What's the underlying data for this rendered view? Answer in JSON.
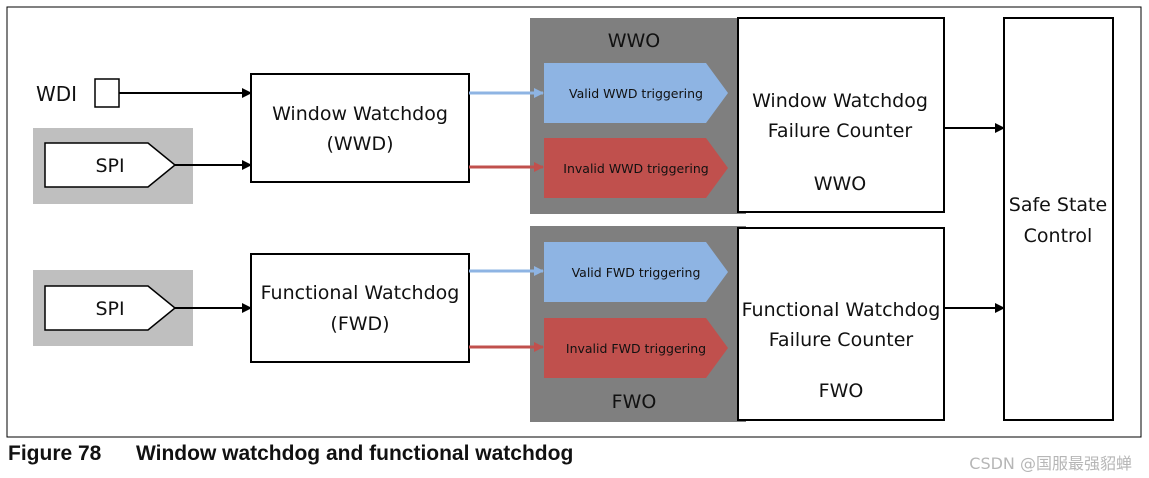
{
  "diagram": {
    "inputs": {
      "wdi": "WDI",
      "spi_top": "SPI",
      "spi_bottom": "SPI"
    },
    "blocks": {
      "wwd": [
        "Window Watchdog",
        "(WWD)"
      ],
      "fwd": [
        "Functional Watchdog",
        "(FWD)"
      ],
      "wwd_counter": [
        "Window Watchdog",
        "Failure Counter"
      ],
      "wwd_counter_output": "WWO",
      "fwd_counter": [
        "Functional Watchdog",
        "Failure Counter"
      ],
      "fwd_counter_output": "FWO",
      "safe_state": [
        "Safe State",
        "Control"
      ]
    },
    "group_labels": {
      "top": "WWO",
      "bottom": "FWO"
    },
    "triggers": {
      "valid_wwd": "Valid WWD triggering",
      "invalid_wwd": "Invalid WWD triggering",
      "valid_fwd": "Valid FWD triggering",
      "invalid_fwd": "Invalid FWD triggering"
    },
    "colors": {
      "valid": "#8eb4e3",
      "invalid": "#c0504d",
      "group_bg": "#7f7f7f",
      "spi_bg": "#bfbfbf"
    }
  },
  "caption": {
    "number": "Figure 78",
    "title": "Window watchdog and functional watchdog"
  },
  "watermark": "CSDN @国服最强貂蝉"
}
